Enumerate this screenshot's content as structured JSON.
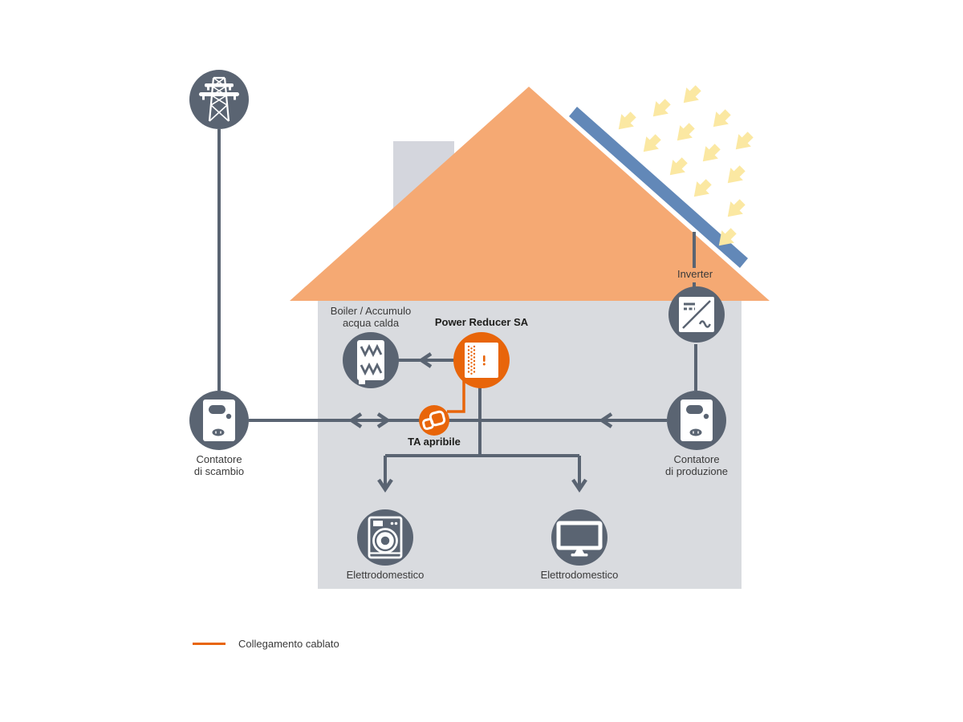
{
  "diagram": {
    "title_none": "",
    "labels": {
      "boiler_line1": "Boiler / Accumulo",
      "boiler_line2": "acqua calda",
      "power_reducer": "Power Reducer SA",
      "ta_clamp": "TA apribile",
      "inverter": "Inverter",
      "meter_exchange_line1": "Contatore",
      "meter_exchange_line2": "di scambio",
      "meter_production_line1": "Contatore",
      "meter_production_line2": "di produzione",
      "appliance_left": "Elettrodomestico",
      "appliance_right": "Elettrodomestico"
    },
    "legend": {
      "wired_connection": "Collegamento cablato"
    },
    "colors": {
      "slate": "#5a6472",
      "accent_orange": "#e8650a",
      "roof_orange": "#f5a973",
      "panel_blue": "#6288b8",
      "sun_yellow": "#fbe8a2",
      "house_gray": "#d9dbdf",
      "chimney_gray": "#d4d6dd",
      "text": "#3a3a3a"
    },
    "icons": {
      "pylon": "power-pylon-icon",
      "exchange_meter": "energy-meter-icon",
      "boiler": "boiler-coil-icon",
      "power_reducer": "power-reducer-device-icon",
      "ta_clamp": "openable-ct-clamp-icon",
      "inverter": "dc-ac-inverter-icon",
      "production_meter": "energy-meter-icon",
      "appliance_left": "washing-machine-icon",
      "appliance_right": "tv-icon",
      "sun": "sun-ray-arrows",
      "panel": "solar-panel"
    }
  }
}
